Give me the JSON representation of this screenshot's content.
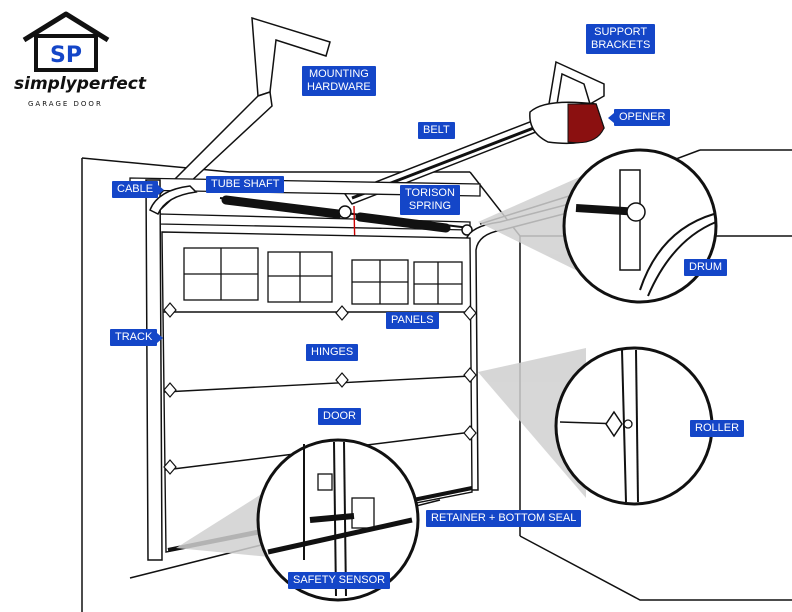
{
  "brand": {
    "logo_monogram": "SP",
    "name": "simplyperfect",
    "tagline": "GARAGE DOOR"
  },
  "labels": {
    "support_brackets": "SUPPORT\nBRACKETS",
    "mounting_hardware": "MOUNTING\nHARDWARE",
    "opener": "OPENER",
    "belt": "BELT",
    "cable": "CABLE",
    "tube_shaft": "TUBE SHAFT",
    "torsion_spring": "TORISON\nSPRING",
    "drum": "DRUM",
    "track": "TRACK",
    "panels": "PANELS",
    "hinges": "HINGES",
    "door": "DOOR",
    "roller": "ROLLER",
    "retainer_bottom_seal": "RETAINER + BOTTOM SEAL",
    "safety_sensor": "SAFETY SENSOR"
  },
  "colors": {
    "label_bg": "#1446c8",
    "label_text": "#ffffff",
    "line": "#111111",
    "callout_fill": "#d0d0d0",
    "opener_red": "#8b1010",
    "safety_cord": "#cc0000"
  }
}
